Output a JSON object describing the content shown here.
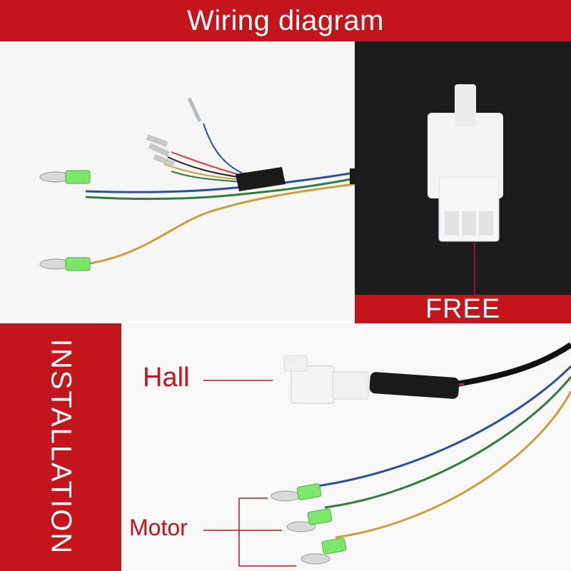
{
  "header": {
    "title": "Wiring diagram"
  },
  "connector_panel": {
    "banner": "FREE"
  },
  "side_band": {
    "label": "INSTALLATION"
  },
  "callouts": {
    "hall": "Hall",
    "motor": "Motor"
  },
  "colors": {
    "brand_red": "#c4141c",
    "panel_dark": "#1c1c1e",
    "wire_blue": "#2a4f9c",
    "wire_green": "#2f7d3c",
    "wire_yellow": "#c9a03a",
    "sleeve_green": "#7be86a"
  }
}
